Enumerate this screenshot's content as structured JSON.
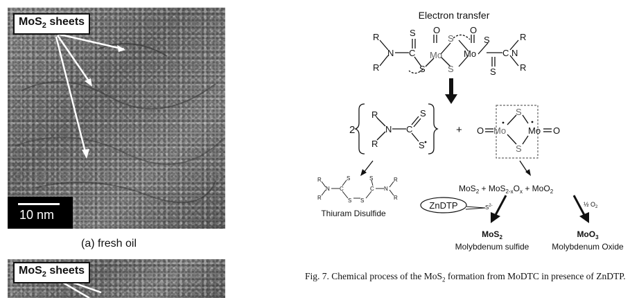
{
  "panel_a": {
    "label": "MoS",
    "label_sub": "2",
    "label_tail": " sheets",
    "scale": "10 nm",
    "caption": "(a) fresh oil"
  },
  "panel_b": {
    "label": "MoS",
    "label_sub": "2",
    "label_tail": " sheets"
  },
  "scheme": {
    "title": "Electron transfer",
    "R": "R",
    "N": "N",
    "C": "C",
    "S": "S",
    "O": "O",
    "Mo": "Mo",
    "coef": "2",
    "plus": "+",
    "thiuram": "Thiuram Disulfide",
    "product_eq": "MoS",
    "p_mos2_sub": "2",
    "p_plus1": " + ",
    "p_mosx": "MoS",
    "p_mosx_sub": "2-x",
    "p_ox": "O",
    "p_ox_sub": "x",
    "p_plus2": " + ",
    "p_moo2": "MoO",
    "p_moo2_sub": "2",
    "zndtp": "ZnDTP",
    "s2minus": "S",
    "s2minus_sup": "2-",
    "half_o2": "½ O",
    "half_o2_sub": "2",
    "mos2_bold": "MoS",
    "mos2_bold_sub": "2",
    "mos2_name": "Molybdenum sulfide",
    "moo3_bold": "MoO",
    "moo3_bold_sub": "3",
    "moo3_name": "Molybdenum Oxide"
  },
  "caption": {
    "text1": "Fig. 7. Chemical process of the MoS",
    "sub": "2",
    "text2": " formation from MoDTC in presence of ZnDTP."
  }
}
